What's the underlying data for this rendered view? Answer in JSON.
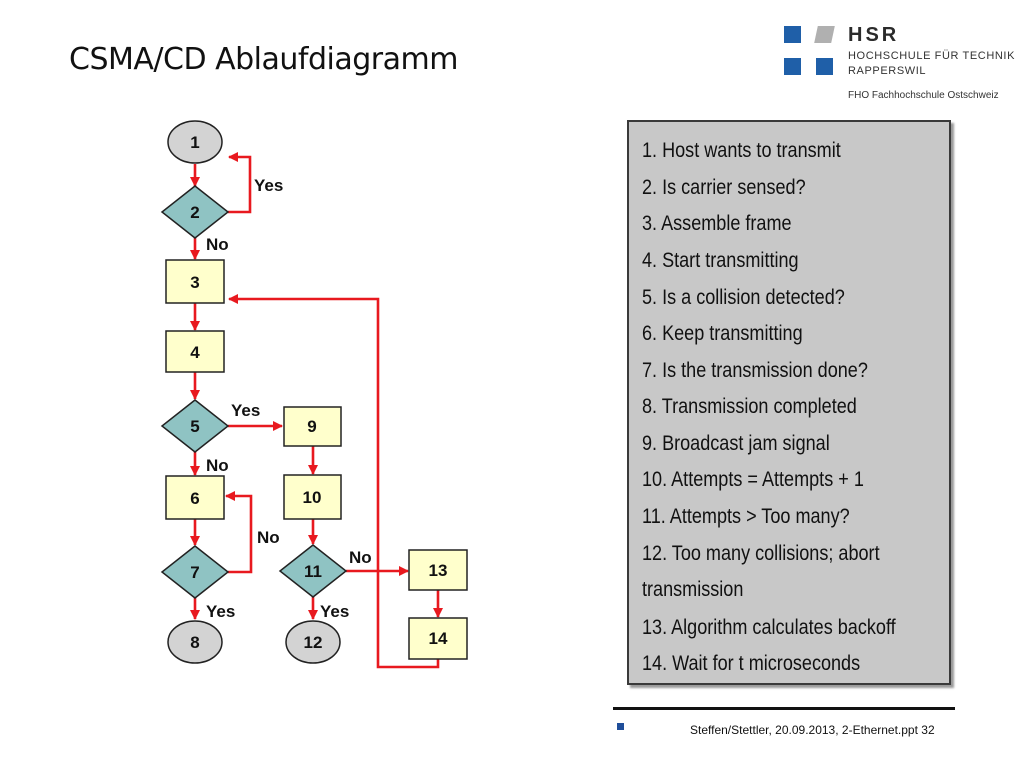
{
  "title": "CSMA/CD Ablaufdiagramm",
  "logo": {
    "name": "HSR",
    "line1": "HOCHSCHULE FÜR TECHNIK",
    "line2": "RAPPERSWIL",
    "line3": "FHO Fachhochschule Ostschweiz",
    "colors": {
      "blue": "#1f5fa8",
      "gray": "#b0b0b0"
    }
  },
  "flowchart": {
    "colors": {
      "arrow": "#e8191f",
      "decision": "#8fc3c3",
      "process": "#ffffcc",
      "terminal": "#d3d3d3"
    },
    "nodes": [
      {
        "id": "1",
        "shape": "terminal",
        "label": "1"
      },
      {
        "id": "2",
        "shape": "decision",
        "label": "2"
      },
      {
        "id": "3",
        "shape": "process",
        "label": "3"
      },
      {
        "id": "4",
        "shape": "process",
        "label": "4"
      },
      {
        "id": "5",
        "shape": "decision",
        "label": "5"
      },
      {
        "id": "6",
        "shape": "process",
        "label": "6"
      },
      {
        "id": "7",
        "shape": "decision",
        "label": "7"
      },
      {
        "id": "8",
        "shape": "terminal",
        "label": "8"
      },
      {
        "id": "9",
        "shape": "process",
        "label": "9"
      },
      {
        "id": "10",
        "shape": "process",
        "label": "10"
      },
      {
        "id": "11",
        "shape": "decision",
        "label": "11"
      },
      {
        "id": "12",
        "shape": "terminal",
        "label": "12"
      },
      {
        "id": "13",
        "shape": "process",
        "label": "13"
      },
      {
        "id": "14",
        "shape": "process",
        "label": "14"
      }
    ],
    "edge_labels": {
      "e2_yes": "Yes",
      "e2_no": "No",
      "e5_yes": "Yes",
      "e5_no": "No",
      "e7_no": "No",
      "e7_yes": "Yes",
      "e11_no": "No",
      "e11_yes": "Yes"
    }
  },
  "legend": [
    "1. Host wants to transmit",
    "2. Is carrier sensed?",
    "3. Assemble frame",
    "4. Start transmitting",
    "5. Is a collision detected?",
    "6. Keep transmitting",
    "7. Is the transmission done?",
    "8. Transmission completed",
    "9. Broadcast jam signal",
    "10. Attempts = Attempts + 1",
    "11. Attempts > Too many?",
    "12. Too many collisions; abort",
    "transmission",
    "13. Algorithm calculates backoff",
    "14. Wait for t microseconds"
  ],
  "footer": {
    "text": "Steffen/Stettler, 20.09.2013, 2-Ethernet.ppt 32"
  }
}
